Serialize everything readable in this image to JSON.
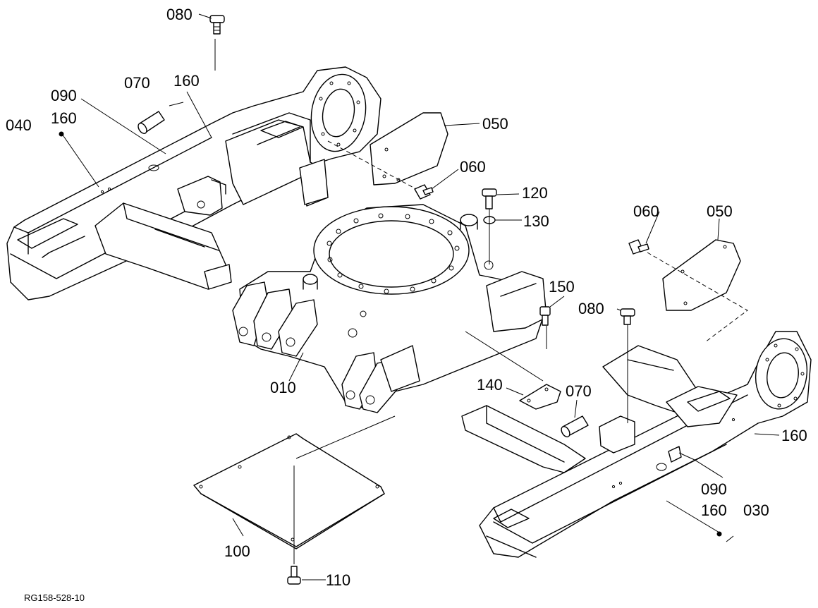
{
  "diagram": {
    "reference": "RG158-528-10",
    "callouts": [
      {
        "id": "c080a",
        "text": "080"
      },
      {
        "id": "c070a",
        "text": "070"
      },
      {
        "id": "c160a",
        "text": "160"
      },
      {
        "id": "c090a",
        "text": "090"
      },
      {
        "id": "c160b",
        "text": "160"
      },
      {
        "id": "c040",
        "text": "040"
      },
      {
        "id": "c050a",
        "text": "050"
      },
      {
        "id": "c060a",
        "text": "060"
      },
      {
        "id": "c120",
        "text": "120"
      },
      {
        "id": "c130",
        "text": "130"
      },
      {
        "id": "c060b",
        "text": "060"
      },
      {
        "id": "c050b",
        "text": "050"
      },
      {
        "id": "c150",
        "text": "150"
      },
      {
        "id": "c080b",
        "text": "080"
      },
      {
        "id": "c010",
        "text": "010"
      },
      {
        "id": "c140",
        "text": "140"
      },
      {
        "id": "c070b",
        "text": "070"
      },
      {
        "id": "c160c",
        "text": "160"
      },
      {
        "id": "c090b",
        "text": "090"
      },
      {
        "id": "c160d",
        "text": "160"
      },
      {
        "id": "c030",
        "text": "030"
      },
      {
        "id": "c100",
        "text": "100"
      },
      {
        "id": "c110",
        "text": "110"
      }
    ]
  }
}
